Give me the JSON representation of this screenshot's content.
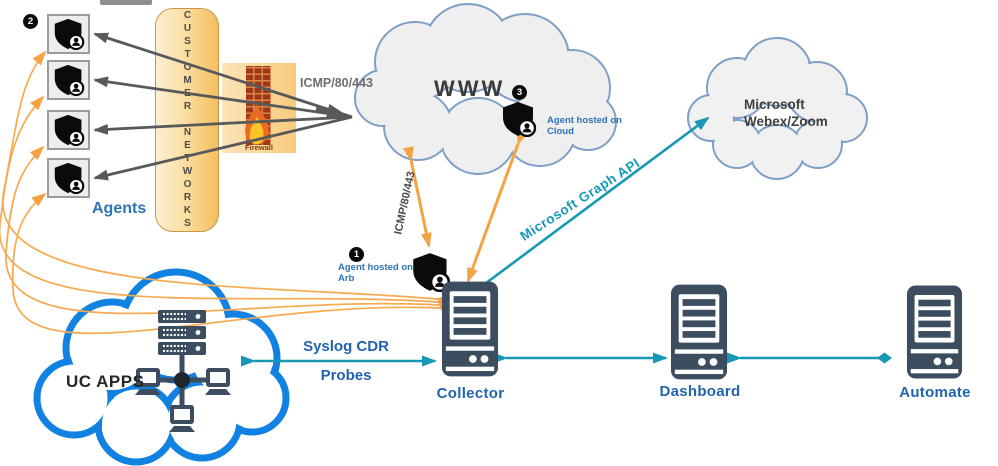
{
  "badges": {
    "one": "1",
    "two": "2",
    "three": "3"
  },
  "agents_label": "Agents",
  "customer_networks_label": "CUSTOMER NETWORKS",
  "firewall_label": "Firewall",
  "links": {
    "icmp_agents_label": "ICMP/80/443",
    "icmp_arb_label": "ICMP/80/443",
    "graph_api_label": "Microsoft Graph API",
    "syslog_label": "Syslog CDR",
    "probes_label": "Probes"
  },
  "clouds": {
    "www_label": "WWW",
    "webex_label": "Microsoft\nWebex/Zoom",
    "uc_apps_label": "UC APPS"
  },
  "annotations": {
    "agent_cloud_note": "Agent hosted on\nCloud",
    "agent_arb_note": "Agent hosted on\nArb"
  },
  "servers": {
    "collector_label": "Collector",
    "dashboard_label": "Dashboard",
    "automate_label": "Automate"
  },
  "colors": {
    "orange_arrow": "#F5A243",
    "teal_arrow": "#1898B5",
    "grey_arrow": "#58595B",
    "blue_label": "#2064AE",
    "server_dark": "#3D4D60",
    "cloud_border": "#7F9FC6",
    "uc_cloud_border": "#1282E2",
    "customer_networks_fill": "#F8C868"
  }
}
